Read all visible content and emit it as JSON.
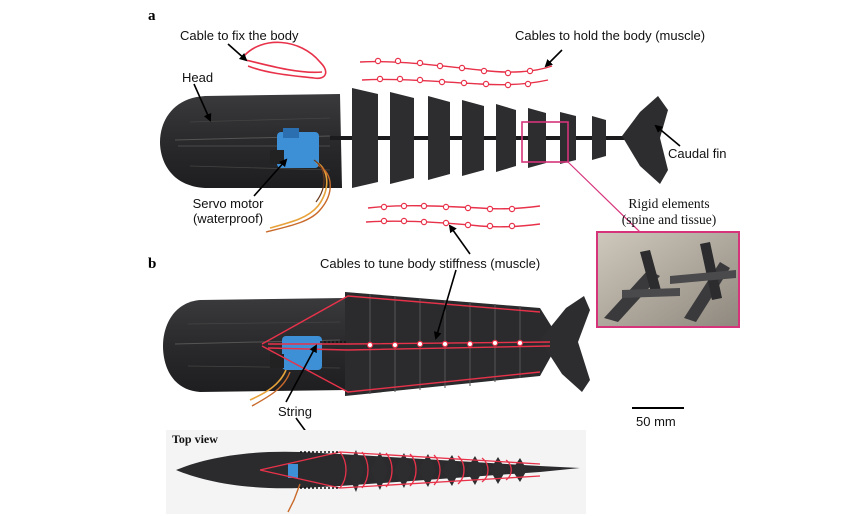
{
  "panels": {
    "a": "a",
    "b": "b"
  },
  "labels": {
    "cable_fix": "Cable to fix the body",
    "cables_hold": "Cables to hold the body (muscle)",
    "head": "Head",
    "caudal_fin": "Caudal fin",
    "servo_line1": "Servo motor",
    "servo_line2": "(waterproof)",
    "rigid_line1": "Rigid elements",
    "rigid_line2": "(spine and tissue)",
    "cables_tune": "Cables to tune body stiffness (muscle)",
    "string": "String",
    "scale_bar": "50 mm",
    "top_view": "Top view"
  },
  "colors": {
    "body": "#2e2e30",
    "body_dark": "#1b1b1d",
    "cable": "#e8324a",
    "servo": "#3d8fd6",
    "inset_border": "#d6347a",
    "arrow": "#000000"
  }
}
